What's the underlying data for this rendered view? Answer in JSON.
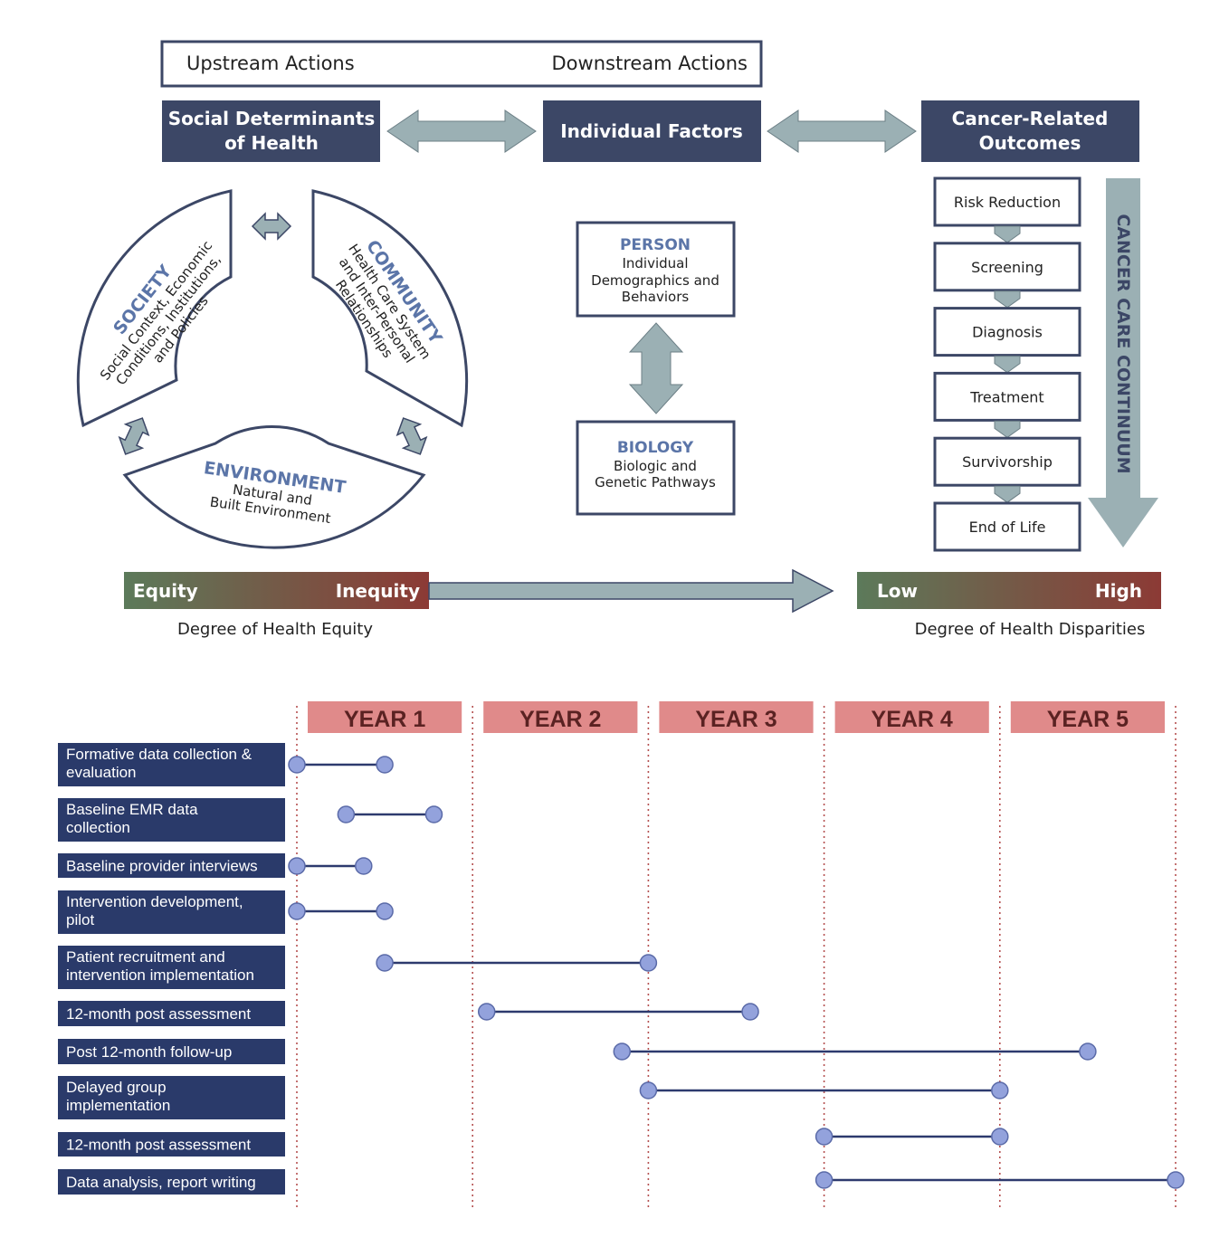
{
  "framework": {
    "header_box": {
      "upstream": "Upstream Actions",
      "downstream": "Downstream Actions"
    },
    "sdoh": [
      "Social Determinants",
      "of Health"
    ],
    "individual": "Individual Factors",
    "outcomes": [
      "Cancer-Related",
      "Outcomes"
    ],
    "society": {
      "title": "SOCIETY",
      "lines": [
        "Social Context, Economic",
        "Conditions, Institutions,",
        "and Policies"
      ]
    },
    "community": {
      "title": "COMMUNITY",
      "lines": [
        "Health Care System",
        "and Inter-Personal",
        "Relationships"
      ]
    },
    "environment": {
      "title": "ENVIRONMENT",
      "lines": [
        "Natural and",
        "Built Environment"
      ]
    },
    "person": {
      "title": "PERSON",
      "lines": [
        "Individual",
        "Demographics and",
        "Behaviors"
      ]
    },
    "biology": {
      "title": "BIOLOGY",
      "lines": [
        "Biologic and",
        "Genetic Pathways"
      ]
    },
    "continuum_label": "CANCER CARE CONTINUUM",
    "continuum": [
      "Risk Reduction",
      "Screening",
      "Diagnosis",
      "Treatment",
      "Survivorship",
      "End of Life"
    ],
    "equity_bar": {
      "left": "Equity",
      "right": "Inequity",
      "caption": "Degree of Health Equity"
    },
    "disparity_bar": {
      "left": "Low",
      "right": "High",
      "caption": "Degree of Health Disparities"
    },
    "colors": {
      "navy": "#3c4766",
      "arrow": "#9bb0b4",
      "title_blue": "#5b75a8",
      "green": "#5c7a5a",
      "red": "#8c3a35"
    }
  },
  "timeline": {
    "years": [
      "YEAR 1",
      "YEAR 2",
      "YEAR 3",
      "YEAR 4",
      "YEAR 5"
    ],
    "tasks": [
      {
        "lines": [
          "Formative data collection &",
          "evaluation"
        ],
        "start": 0.0,
        "end": 0.5
      },
      {
        "lines": [
          "Baseline EMR data",
          "collection"
        ],
        "start": 0.28,
        "end": 0.78
      },
      {
        "lines": [
          "Baseline provider interviews"
        ],
        "start": 0.0,
        "end": 0.38
      },
      {
        "lines": [
          "Intervention development,",
          "pilot"
        ],
        "start": 0.0,
        "end": 0.5
      },
      {
        "lines": [
          "Patient recruitment and",
          "intervention implementation"
        ],
        "start": 0.5,
        "end": 2.0
      },
      {
        "lines": [
          "12-month post assessment"
        ],
        "start": 1.08,
        "end": 2.58
      },
      {
        "lines": [
          "Post 12-month follow-up"
        ],
        "start": 1.85,
        "end": 4.5
      },
      {
        "lines": [
          "Delayed group",
          "implementation"
        ],
        "start": 2.0,
        "end": 4.0
      },
      {
        "lines": [
          "12-month post assessment"
        ],
        "start": 3.0,
        "end": 4.0
      },
      {
        "lines": [
          "Data analysis, report writing"
        ],
        "start": 3.0,
        "end": 5.0
      }
    ],
    "colors": {
      "year_fill": "#e08a8a",
      "year_text": "#5a2222",
      "task_fill": "#2a3a6a",
      "bar": "#2d3a6e",
      "dot": "#93a2dc",
      "divider": "#b55050"
    }
  }
}
